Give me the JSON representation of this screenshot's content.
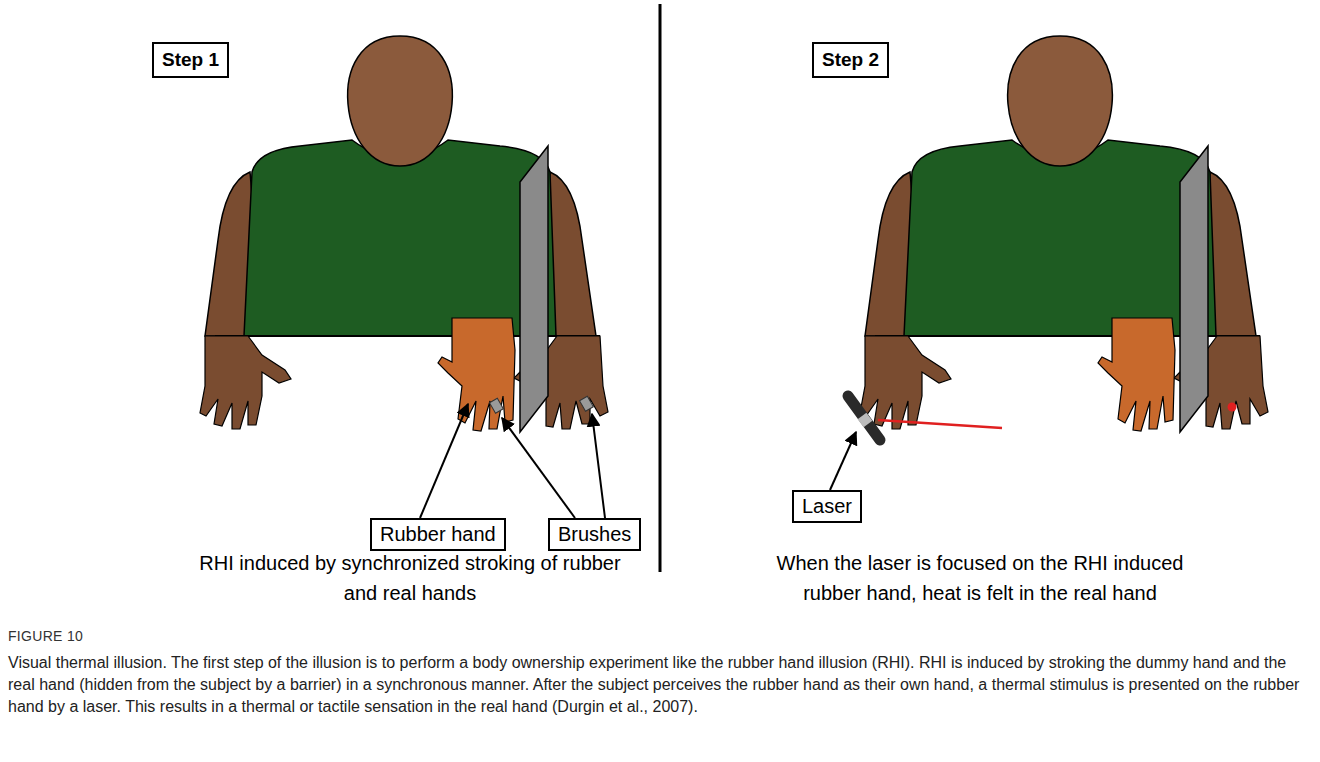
{
  "diagram": {
    "title": "FIGURE 10",
    "caption": "Visual thermal illusion. The first step of the illusion is to perform a body ownership experiment like the rubber hand illusion (RHI). RHI is induced by stroking the dummy hand and the real hand (hidden from the subject by a barrier) in a synchronous manner. After the subject perceives the rubber hand as their own hand, a thermal stimulus is presented on the rubber hand by a laser. This results in a thermal or tactile sensation in the real hand (Durgin et al., 2007).",
    "nodes": [
      {
        "text": [
          "Step 1"
        ]
      },
      {
        "text": [
          "Rubber hand"
        ]
      },
      {
        "text": [
          "Brushes"
        ]
      },
      {
        "text": [
          "Step 2"
        ]
      },
      {
        "text": [
          "Laser"
        ]
      }
    ],
    "edges": [],
    "labels": [
      "RHI induced by synchronized stroking of rubber and real hands",
      "When the laser is focused on the RHI induced rubber hand, heat is felt in the real hand"
    ]
  }
}
